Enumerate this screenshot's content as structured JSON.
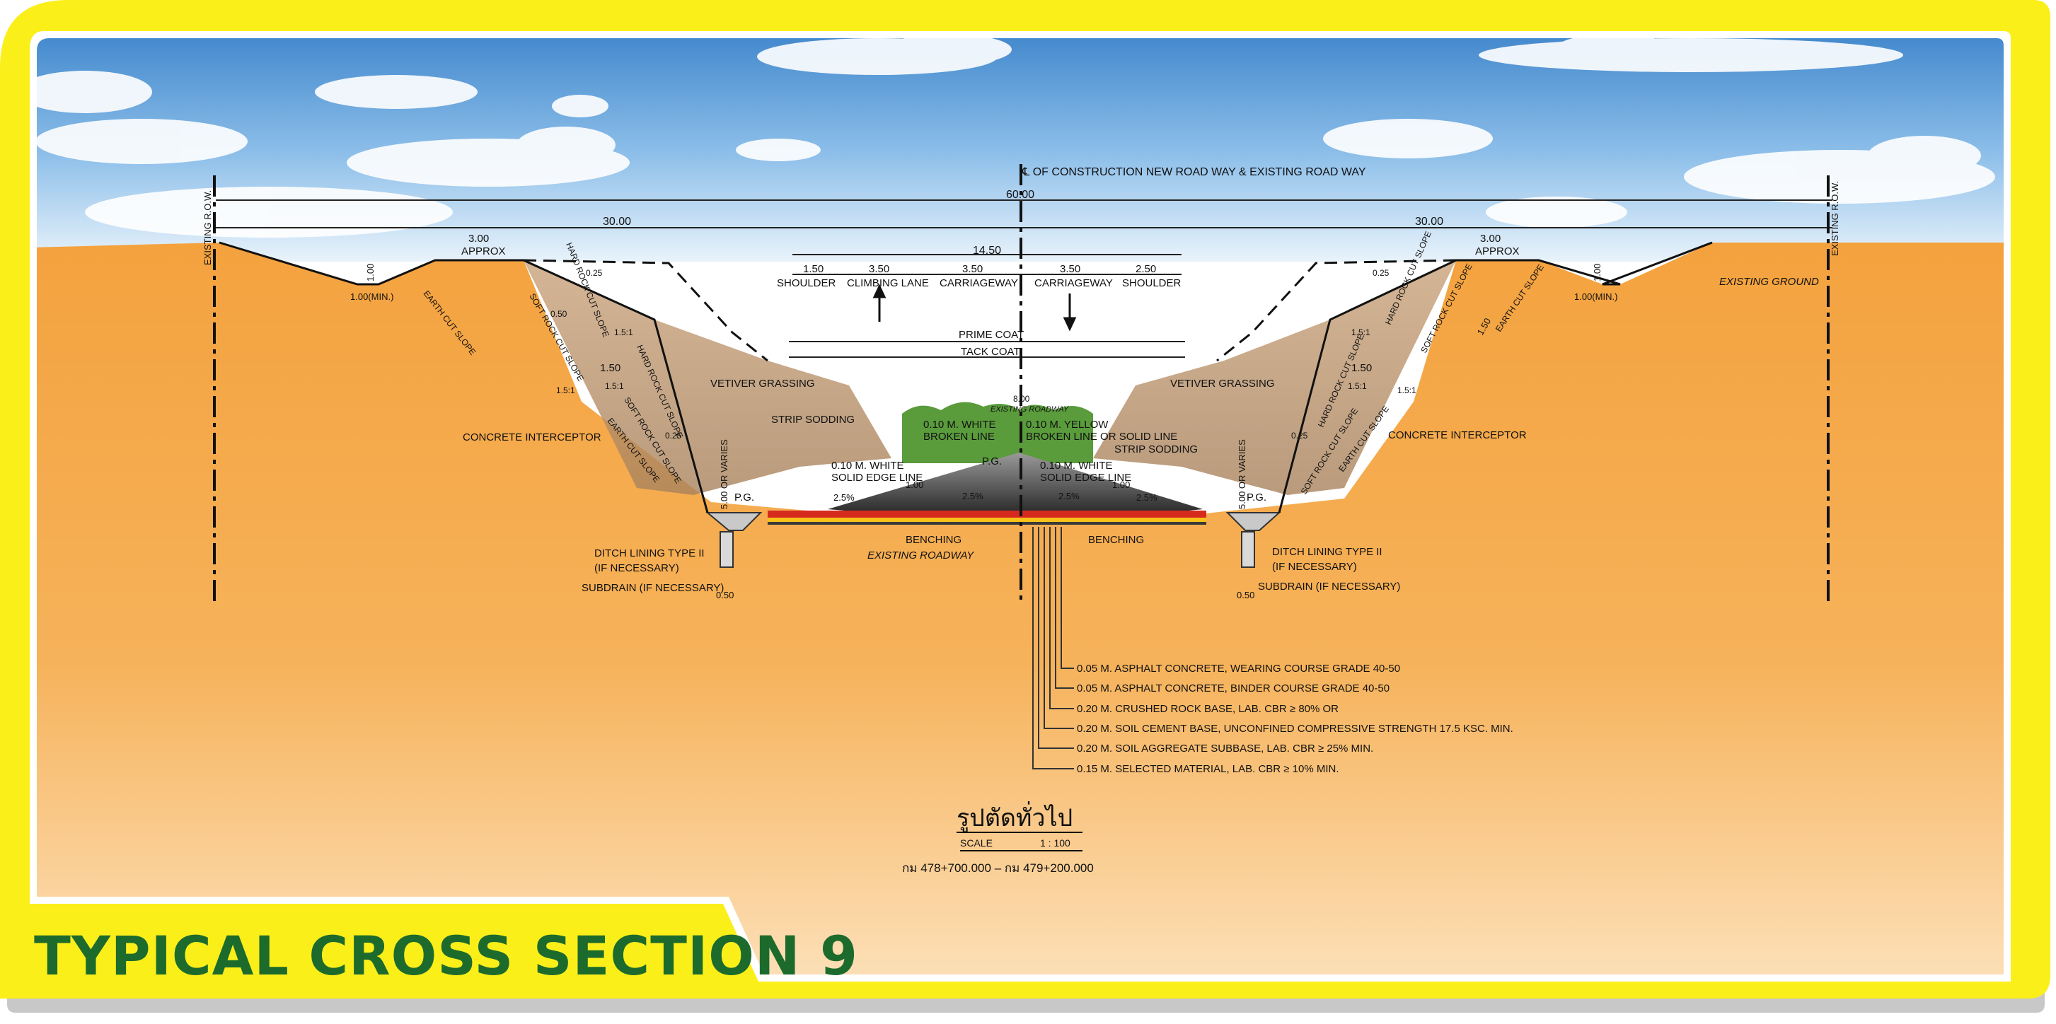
{
  "title": "TYPICAL CROSS SECTION 9",
  "colors": {
    "frame": "#fbef1a",
    "ground": "#f4a23e",
    "sky_top": "#3f86cc",
    "title_green": "#1d6b2c"
  },
  "centerline_label": "℄ OF CONSTRUCTION NEW ROAD WAY & EXISTING ROAD WAY",
  "row_label": "EXISTING R.O.W.",
  "dims": {
    "total": "60.00",
    "half_left": "30.00",
    "half_right": "30.00",
    "approx_val": "3.00",
    "approx_label": "APPROX",
    "road_total": "14.50",
    "bench_h": "1.00",
    "bench_min": "1.00(MIN.)",
    "berm_w": "1.50",
    "culvert_w": "0.50",
    "center_w": "8.00",
    "side_h": "5.00 OR VARIES",
    "ditch_top": "0.25"
  },
  "lanes": [
    {
      "width": "1.50",
      "name": "SHOULDER"
    },
    {
      "width": "3.50",
      "name": "CLIMBING LANE"
    },
    {
      "width": "3.50",
      "name": "CARRIAGEWAY"
    },
    {
      "width": "3.50",
      "name": "CARRIAGEWAY"
    },
    {
      "width": "2.50",
      "name": "SHOULDER"
    }
  ],
  "coats": {
    "prime": "PRIME COAT",
    "tack": "TACK COAT"
  },
  "slopes": {
    "earth_cut": "EARTH CUT SLOPE",
    "soft_rock": "SOFT ROCK CUT SLOPE",
    "hard_rock": "HARD ROCK CUT SLOPE",
    "ratio_15": "1.5:1",
    "ratio_1": "1",
    "ratio_150": "1.50",
    "ratio_050": "0.50",
    "ratio_025": "0.25"
  },
  "labels": {
    "vetiver": "VETIVER GRASSING",
    "strip": "STRIP SODDING",
    "interceptor": "CONCRETE INTERCEPTOR",
    "existing_ground": "EXISTING GROUND",
    "existing_roadway": "EXISTING ROADWAY",
    "existing_roadway_small": "EXISTING ROADWAY",
    "benching": "BENCHING",
    "pg": "P.G.",
    "ditch": "DITCH LINING TYPE II",
    "if_necessary": "(IF NECESSARY)",
    "subdrain": "SUBDRAIN (IF NECESSARY)",
    "white_broken_1": "0.10 M. WHITE",
    "white_broken_2": "BROKEN LINE",
    "yellow_1": "0.10 M. YELLOW",
    "yellow_2": "BROKEN LINE OR SOLID LINE",
    "white_solid_1": "0.10 M. WHITE",
    "white_solid_2": "SOLID EDGE LINE",
    "slope_pct": "2.5%"
  },
  "layers": [
    "0.05 M. ASPHALT CONCRETE, WEARING COURSE GRADE 40-50",
    "0.05 M. ASPHALT CONCRETE, BINDER COURSE GRADE 40-50",
    "0.20 M. CRUSHED ROCK BASE, LAB. CBR ≥ 80% OR",
    "0.20 M. SOIL CEMENT BASE, UNCONFINED COMPRESSIVE STRENGTH 17.5 KSC. MIN.",
    "0.20 M. SOIL AGGREGATE SUBBASE, LAB. CBR ≥ 25% MIN.",
    "0.15 M. SELECTED MATERIAL, LAB. CBR ≥ 10% MIN."
  ],
  "caption": {
    "thai_title": "รูปตัดทั่วไป",
    "scale_label": "SCALE",
    "scale_value": "1 : 100",
    "station": "กม 478+700.000 – กม 479+200.000"
  }
}
